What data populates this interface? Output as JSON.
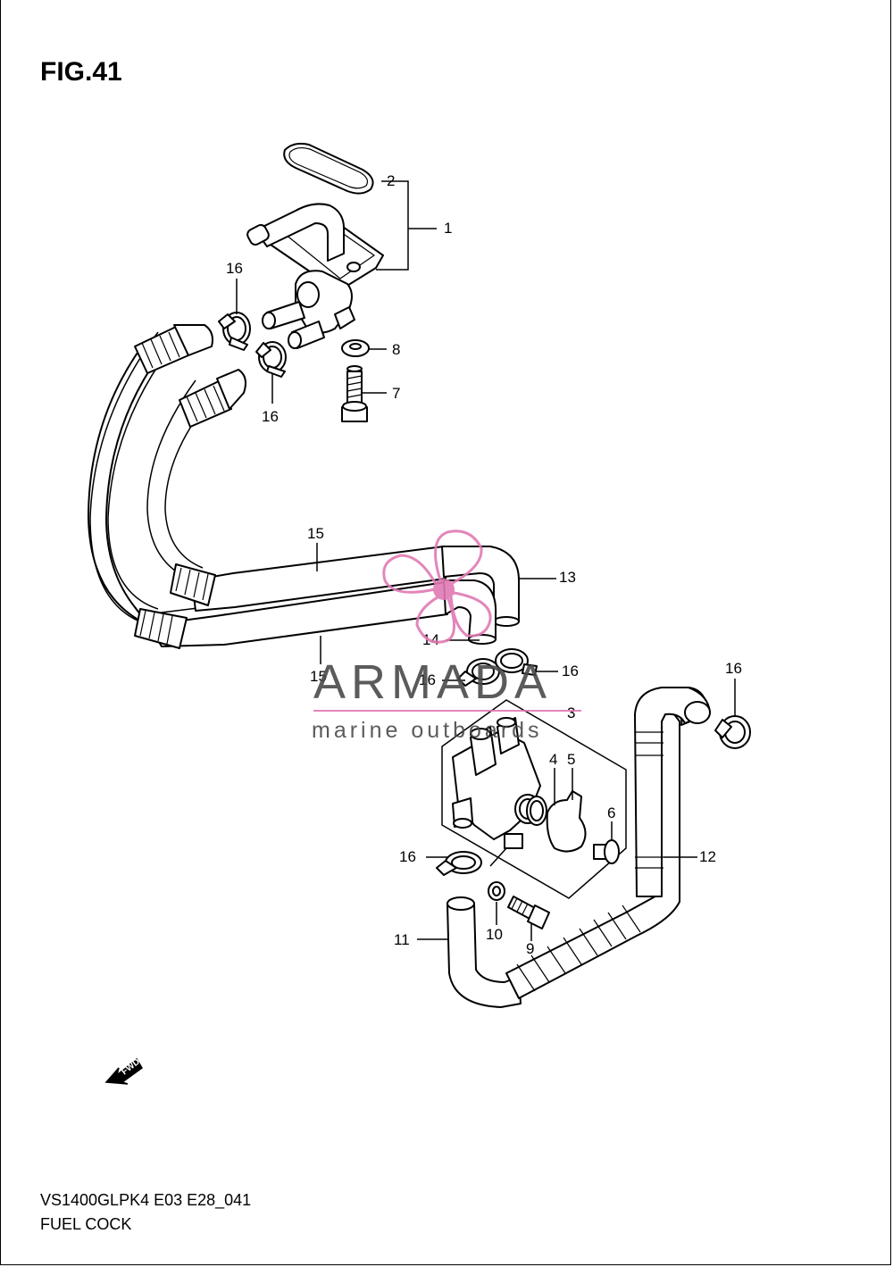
{
  "figure": {
    "title": "FIG.41"
  },
  "footer": {
    "model_code": "VS1400GLPK4 E03 E28_041",
    "section_name": "FUEL COCK"
  },
  "watermark": {
    "brand": "ARMADA",
    "tagline": "marine outboards",
    "accent_color": "#e07ab4",
    "text_color": "#4a4a4a"
  },
  "fwd_arrow": {
    "label": "FWD"
  },
  "callouts": {
    "p1": "1",
    "p2": "2",
    "p3": "3",
    "p4": "4",
    "p5": "5",
    "p6": "6",
    "p7": "7",
    "p8": "8",
    "p9": "9",
    "p10": "10",
    "p11": "11",
    "p12": "12",
    "p13": "13",
    "p14": "14",
    "p15a": "15",
    "p15b": "15",
    "p16a": "16",
    "p16b": "16",
    "p16c": "16",
    "p16d": "16",
    "p16e": "16",
    "p16f": "16"
  }
}
